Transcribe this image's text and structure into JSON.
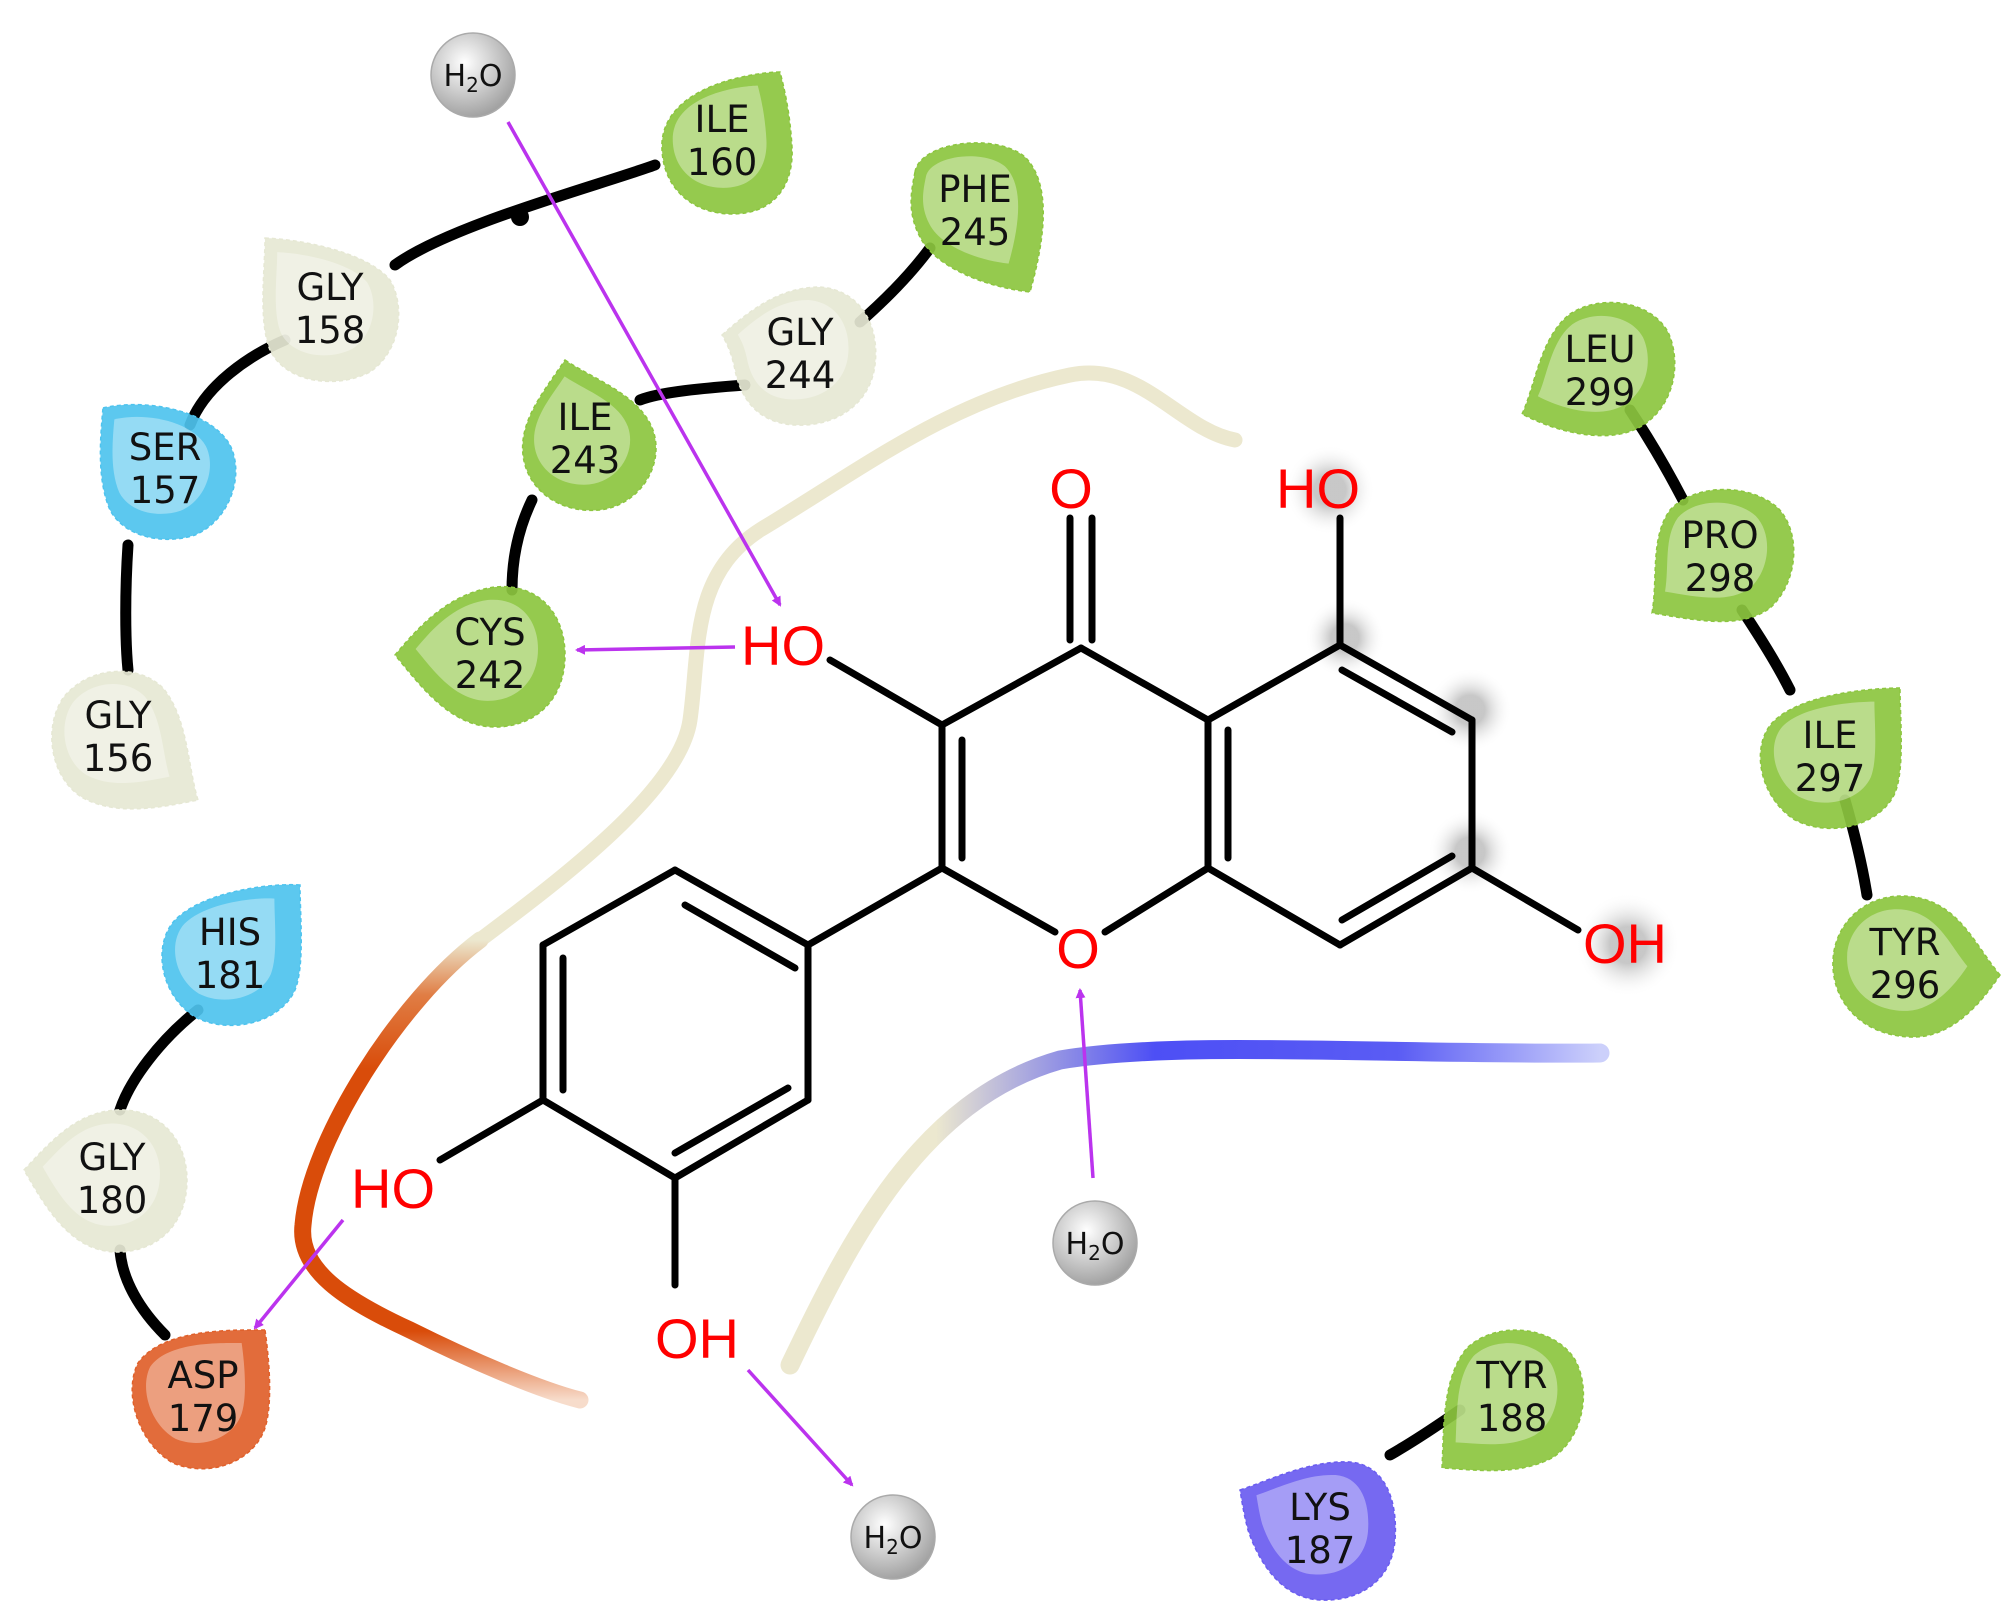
{
  "colors": {
    "hydrophobic": "#8cc63f",
    "glycine": "#e6e8d4",
    "polar": "#4ec3ee",
    "negative": "#e0602a",
    "positive": "#6a5cf0",
    "water": "#bdbdbd",
    "hbond_arrow": "#bb33ee",
    "heteroatom": "#ff0000",
    "pocket_line": "#e8e4c8"
  },
  "residues": {
    "ile160": {
      "name": "ILE",
      "num": "160",
      "type": "hydrophobic"
    },
    "gly158": {
      "name": "GLY",
      "num": "158",
      "type": "glycine"
    },
    "ser157": {
      "name": "SER",
      "num": "157",
      "type": "polar"
    },
    "gly156": {
      "name": "GLY",
      "num": "156",
      "type": "glycine"
    },
    "phe245": {
      "name": "PHE",
      "num": "245",
      "type": "hydrophobic"
    },
    "gly244": {
      "name": "GLY",
      "num": "244",
      "type": "glycine"
    },
    "ile243": {
      "name": "ILE",
      "num": "243",
      "type": "hydrophobic"
    },
    "cys242": {
      "name": "CYS",
      "num": "242",
      "type": "hydrophobic"
    },
    "leu299": {
      "name": "LEU",
      "num": "299",
      "type": "hydrophobic"
    },
    "pro298": {
      "name": "PRO",
      "num": "298",
      "type": "hydrophobic"
    },
    "ile297": {
      "name": "ILE",
      "num": "297",
      "type": "hydrophobic"
    },
    "tyr296": {
      "name": "TYR",
      "num": "296",
      "type": "hydrophobic"
    },
    "his181": {
      "name": "HIS",
      "num": "181",
      "type": "polar"
    },
    "gly180": {
      "name": "GLY",
      "num": "180",
      "type": "glycine"
    },
    "asp179": {
      "name": "ASP",
      "num": "179",
      "type": "negative"
    },
    "tyr188": {
      "name": "TYR",
      "num": "188",
      "type": "hydrophobic"
    },
    "lys187": {
      "name": "LYS",
      "num": "187",
      "type": "positive"
    }
  },
  "waters": {
    "top": {
      "label": "H",
      "sub": "2",
      "tail": "O"
    },
    "middle": {
      "label": "H",
      "sub": "2",
      "tail": "O"
    },
    "bottom": {
      "label": "H",
      "sub": "2",
      "tail": "O"
    }
  },
  "ligand": {
    "carbonyl_o": "O",
    "ho_top_right": "HO",
    "ho_3": "HO",
    "ring_o": "O",
    "oh_7": "OH",
    "ho_catechol": "HO",
    "oh_catechol": "OH"
  }
}
